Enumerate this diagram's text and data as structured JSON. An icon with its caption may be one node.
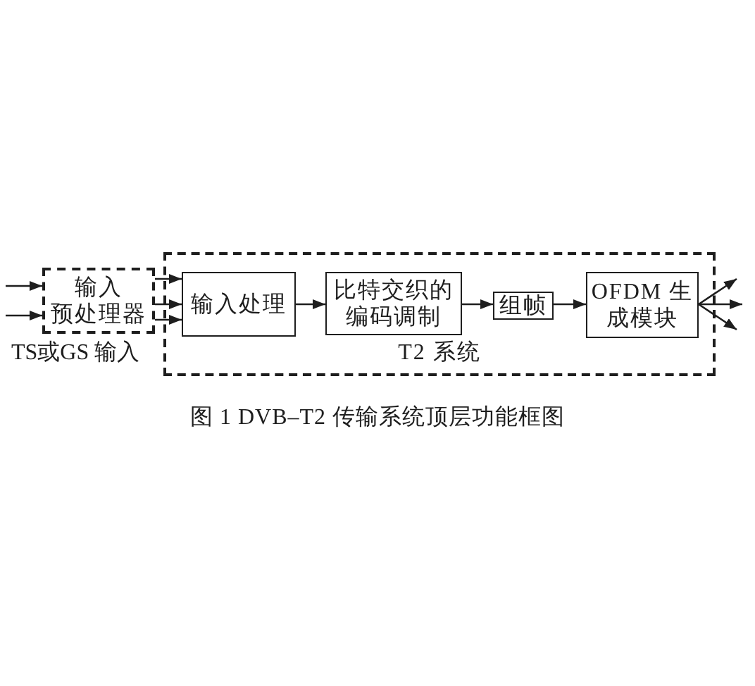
{
  "diagram": {
    "caption": "图 1 DVB–T2 传输系统顶层功能框图",
    "nodes": [
      {
        "text": [
          "输入预处理器"
        ]
      },
      {
        "text": [
          "T2 系统"
        ]
      },
      {
        "text": [
          "输入处理"
        ],
        "in": 1
      },
      {
        "text": [
          "比特交织的编码调制"
        ],
        "in": 1
      },
      {
        "text": [
          "组帧"
        ],
        "in": 1
      },
      {
        "text": [
          "OFDM 生成模块"
        ],
        "in": 1
      }
    ],
    "edges": [
      {
        "from": null,
        "to": 0,
        "arrow": "to"
      },
      {
        "from": null,
        "to": 0,
        "arrow": "to"
      },
      {
        "from": 0,
        "to": 2,
        "arrow": "to"
      },
      {
        "from": 0,
        "to": 2,
        "arrow": "to"
      },
      {
        "from": 0,
        "to": 2,
        "arrow": "to"
      },
      {
        "from": 2,
        "to": 3,
        "arrow": "to"
      },
      {
        "from": 3,
        "to": 4,
        "arrow": "to"
      },
      {
        "from": 4,
        "to": 5,
        "arrow": "to"
      },
      {
        "from": 5,
        "to": null,
        "arrow": "to"
      },
      {
        "from": 5,
        "to": null,
        "arrow": "to"
      },
      {
        "from": 5,
        "to": null,
        "arrow": "to"
      }
    ],
    "labels": [
      "TS或GS 输入"
    ]
  }
}
